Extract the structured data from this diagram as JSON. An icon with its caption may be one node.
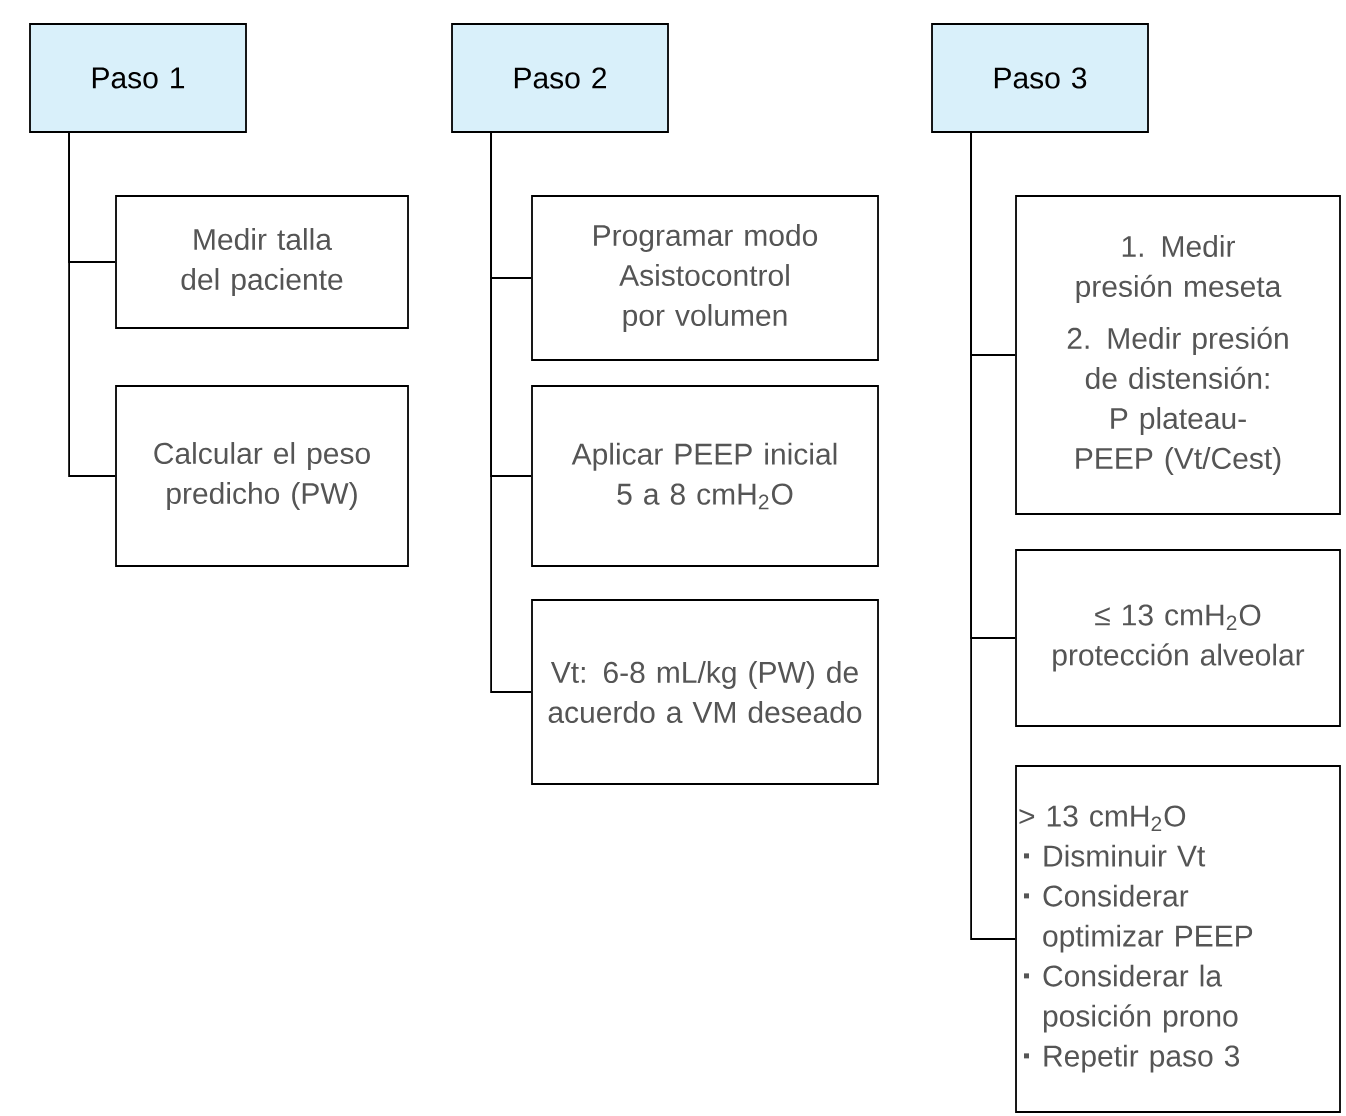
{
  "diagram": {
    "nodes": [
      {
        "text": [
          "Paso 1"
        ]
      },
      {
        "text": [
          "Medir talla del paciente"
        ]
      },
      {
        "text": [
          "Calcular el peso predicho (PW)"
        ]
      },
      {
        "text": [
          "Paso 2"
        ]
      },
      {
        "text": [
          "Programar modo Asistocontrol por volumen"
        ]
      },
      {
        "text": [
          "Aplicar PEEP inicial 5 a 8 cmH$_{2}$O"
        ]
      },
      {
        "text": [
          "Vt: 6-8 mL/kg (PW) de acuerdo a VM deseado"
        ]
      },
      {
        "text": [
          "Paso 3"
        ]
      },
      {
        "text": [
          "1. Medir presión meseta",
          "2. Medir presión de distensión: P plateau-PEEP (Vt/Cest)"
        ]
      },
      {
        "text": [
          "≤ 13 cmH$_{2}$O protección alveolar"
        ]
      },
      {
        "text": [
          "> 13 cmH$_{2}$O",
          "Disminuir Vt",
          "Considerar optimizar PEEP",
          "Considerar la posición prono",
          "Repetir paso 3"
        ]
      }
    ],
    "edges": [
      {
        "from": 0,
        "to": 1,
        "arrow": "none"
      },
      {
        "from": 0,
        "to": 2,
        "arrow": "none"
      },
      {
        "from": 3,
        "to": 4,
        "arrow": "none"
      },
      {
        "from": 3,
        "to": 5,
        "arrow": "none"
      },
      {
        "from": 3,
        "to": 6,
        "arrow": "none"
      },
      {
        "from": 7,
        "to": 8,
        "arrow": "none"
      },
      {
        "from": 7,
        "to": 9,
        "arrow": "none"
      },
      {
        "from": 7,
        "to": 10,
        "arrow": "none"
      }
    ]
  }
}
